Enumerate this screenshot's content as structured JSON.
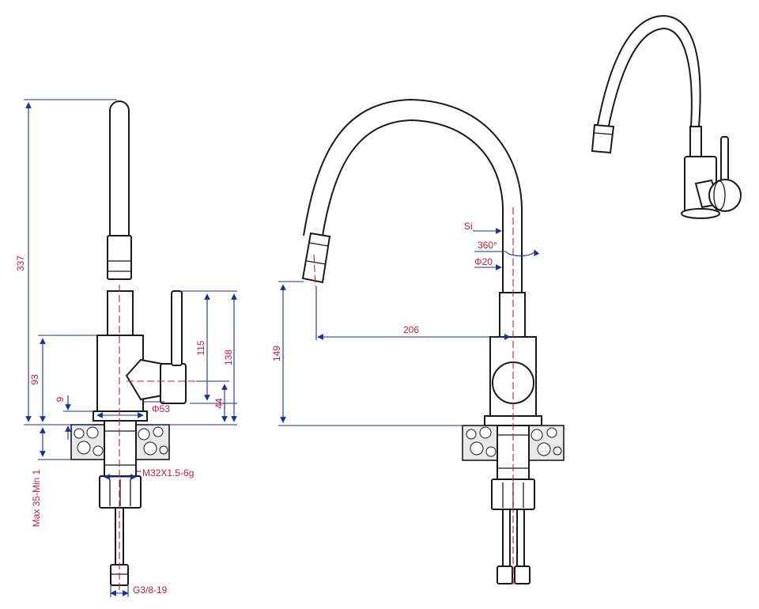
{
  "dimensions": {
    "total_height": "337",
    "spout_height": "149",
    "lever_height_a": "115",
    "lever_height_b": "138",
    "body_height": "93",
    "base_gap": "9",
    "lever_base": "44",
    "body_diameter": "Φ53",
    "mount_thread": "M32X1.5-6g",
    "countertop_thickness": "Max 35-Min 1",
    "hose_thread": "G3/8-19",
    "spout_reach": "206",
    "outlet_type": "Si",
    "rotation": "360°",
    "spout_diameter": "Φ20"
  },
  "colors": {
    "outline": "#1a1a1a",
    "dimension_line": "#1c2f99",
    "label": "#c0203a"
  }
}
